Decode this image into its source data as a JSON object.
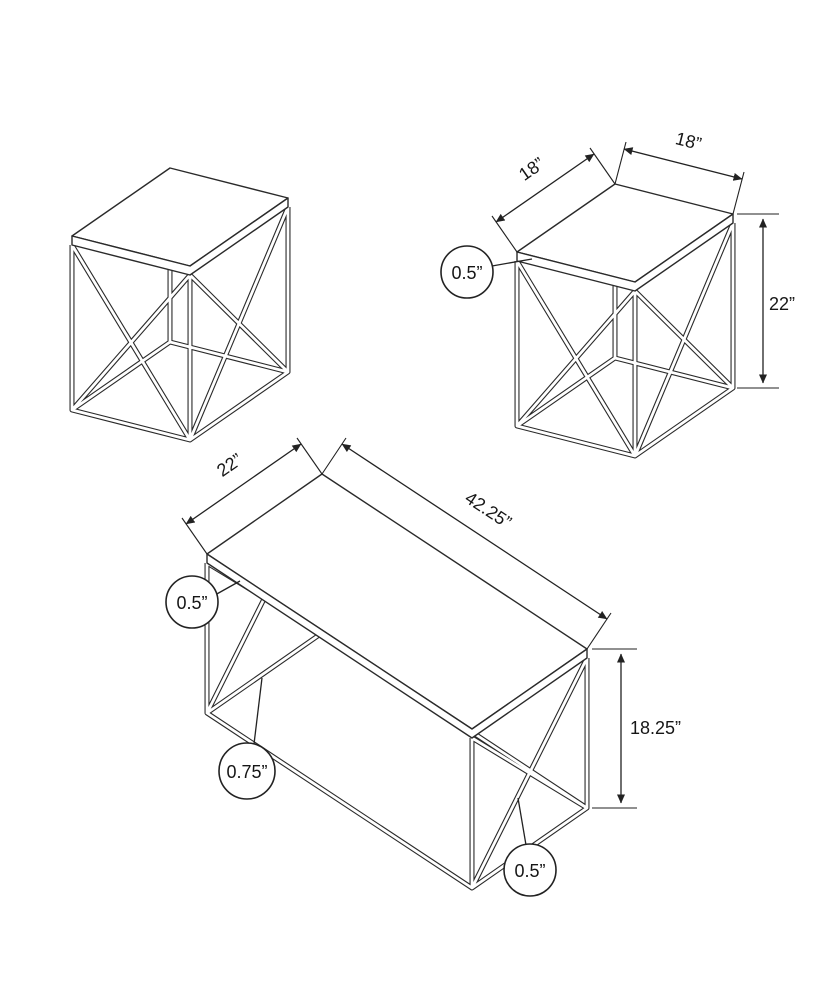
{
  "dims": {
    "end_table": {
      "width_left": "18”",
      "width_right": "18”",
      "top_thickness": "0.5”",
      "height": "22”"
    },
    "coffee_table": {
      "depth": "22”",
      "length": "42.25”",
      "top_thickness": "0.5”",
      "height": "18.25”",
      "frame_thickness": "0.75”",
      "brace_thickness": "0.5”"
    }
  }
}
